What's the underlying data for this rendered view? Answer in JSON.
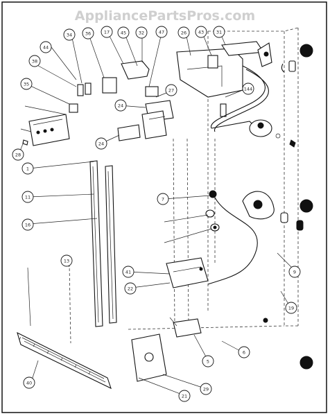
{
  "watermark": "AppliancePartsPros.com",
  "callouts": [
    {
      "id": "c1",
      "text": "44"
    },
    {
      "id": "c2",
      "text": "34"
    },
    {
      "id": "c3",
      "text": "36"
    },
    {
      "id": "c4",
      "text": "17"
    },
    {
      "id": "c5",
      "text": "45"
    },
    {
      "id": "c6",
      "text": "32"
    },
    {
      "id": "c7",
      "text": "47"
    },
    {
      "id": "c8",
      "text": "26"
    },
    {
      "id": "c9",
      "text": "43"
    },
    {
      "id": "c10",
      "text": "31"
    },
    {
      "id": "c11",
      "text": "38"
    },
    {
      "id": "c12",
      "text": "35"
    },
    {
      "id": "c13",
      "text": "27"
    },
    {
      "id": "c14",
      "text": "144"
    },
    {
      "id": "c15",
      "text": "24"
    },
    {
      "id": "c16",
      "text": "28"
    },
    {
      "id": "c17",
      "text": "24"
    },
    {
      "id": "c18",
      "text": "1"
    },
    {
      "id": "c19",
      "text": "11"
    },
    {
      "id": "c20",
      "text": "16"
    },
    {
      "id": "c21",
      "text": "7"
    },
    {
      "id": "c22",
      "text": "9"
    },
    {
      "id": "c23",
      "text": "41"
    },
    {
      "id": "c24",
      "text": "22"
    },
    {
      "id": "c25",
      "text": "13"
    },
    {
      "id": "c26",
      "text": "19"
    },
    {
      "id": "c27",
      "text": "5"
    },
    {
      "id": "c28",
      "text": "6"
    },
    {
      "id": "c29",
      "text": "29"
    },
    {
      "id": "c30",
      "text": "21"
    },
    {
      "id": "c31",
      "text": "40"
    }
  ]
}
